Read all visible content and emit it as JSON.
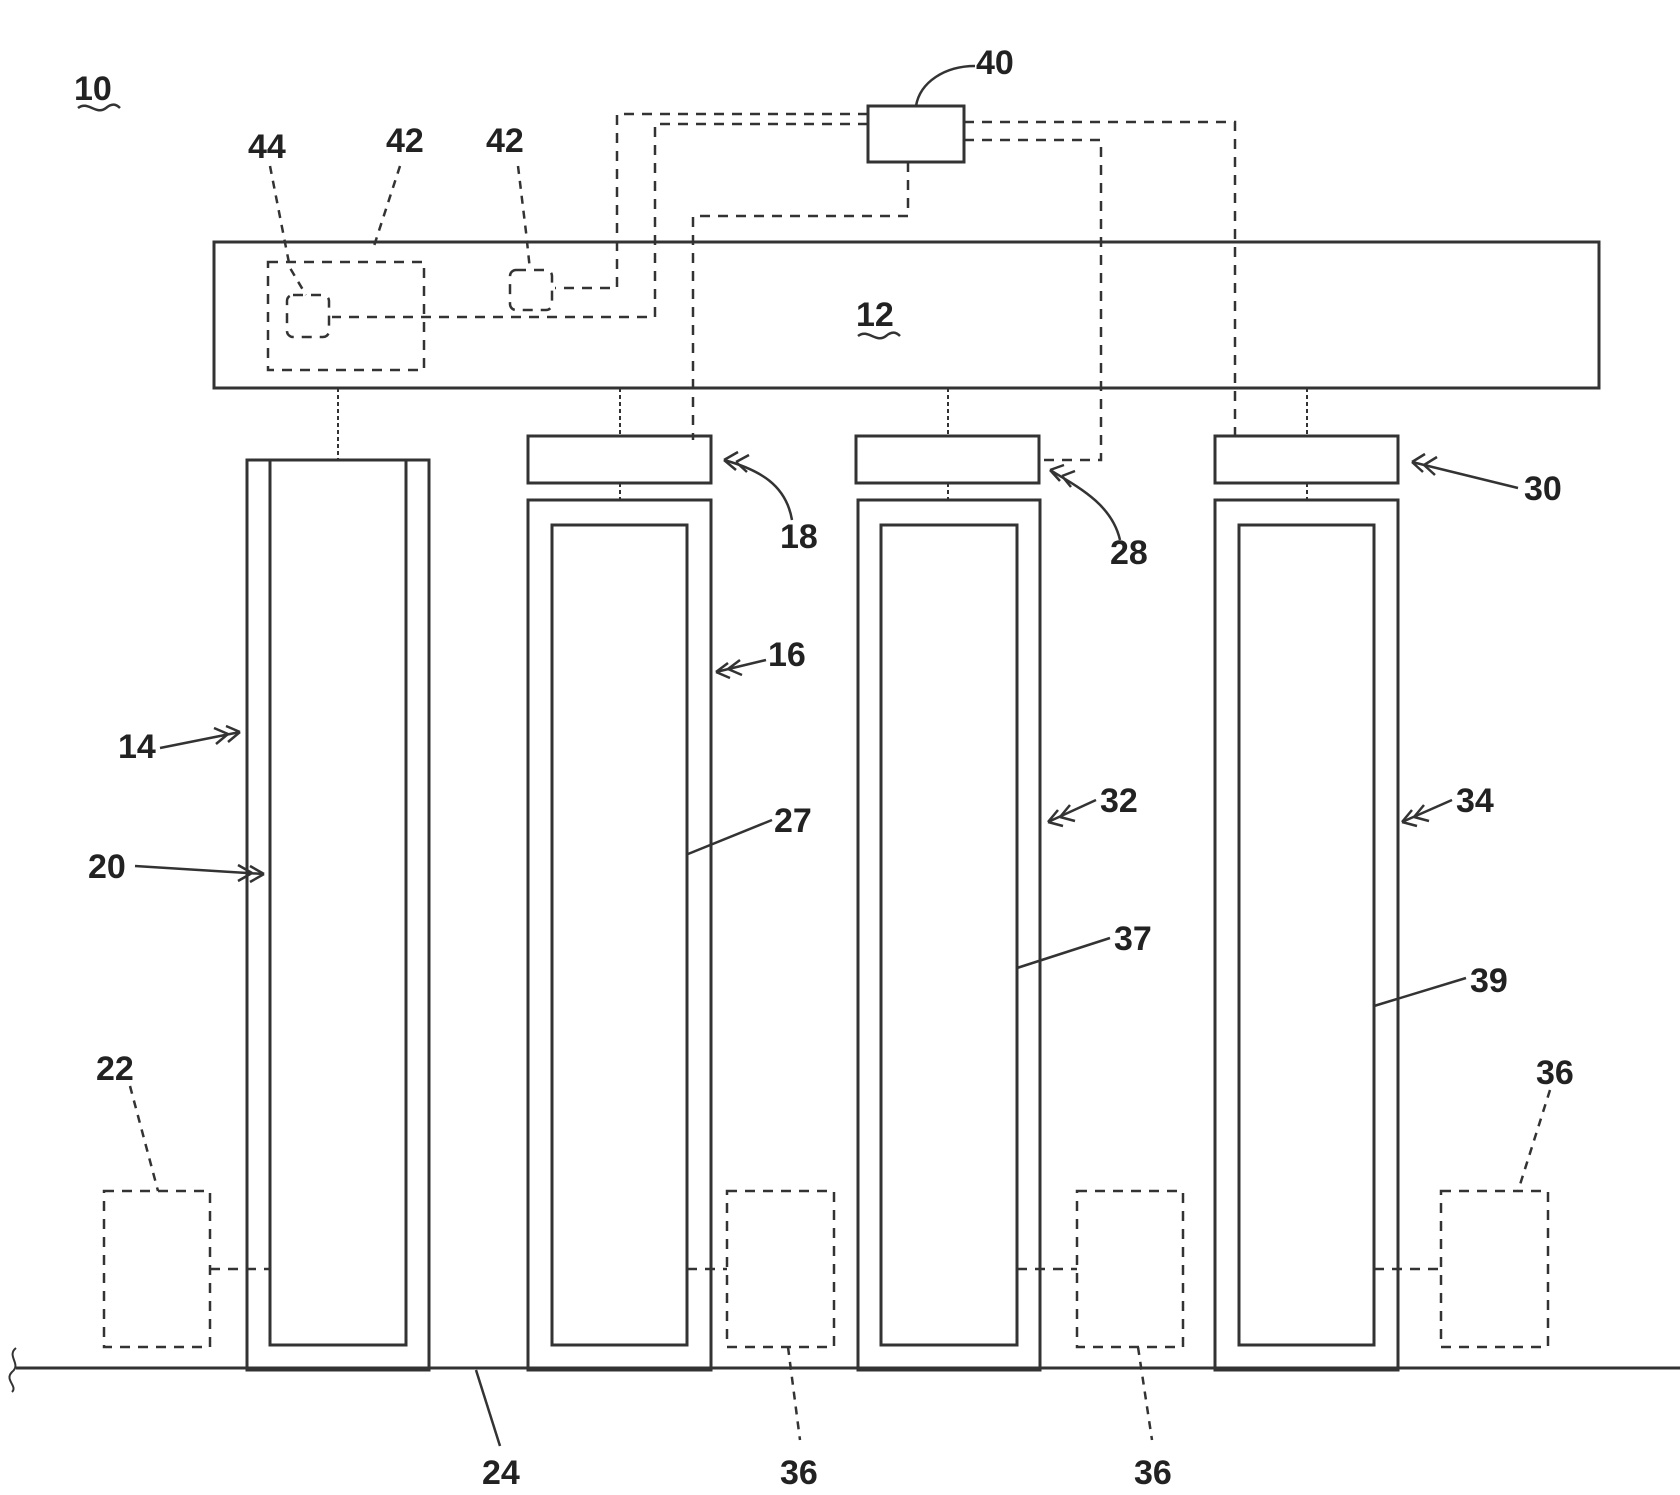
{
  "figure": {
    "labels": {
      "system": "10",
      "manifold": "12",
      "cyl14": "14",
      "cyl16": "16",
      "valve18": "18",
      "liner20": "20",
      "heater22": "22",
      "ground24": "24",
      "liner27": "27",
      "valve28": "28",
      "valve30": "30",
      "cyl32": "32",
      "cyl34": "34",
      "heater36_bottom_a": "36",
      "heater36_bottom_b": "36",
      "heater36_right": "36",
      "liner37": "37",
      "liner39": "39",
      "controller40": "40",
      "sensor42_a": "42",
      "sensor42_b": "42",
      "sensor44": "44"
    }
  }
}
